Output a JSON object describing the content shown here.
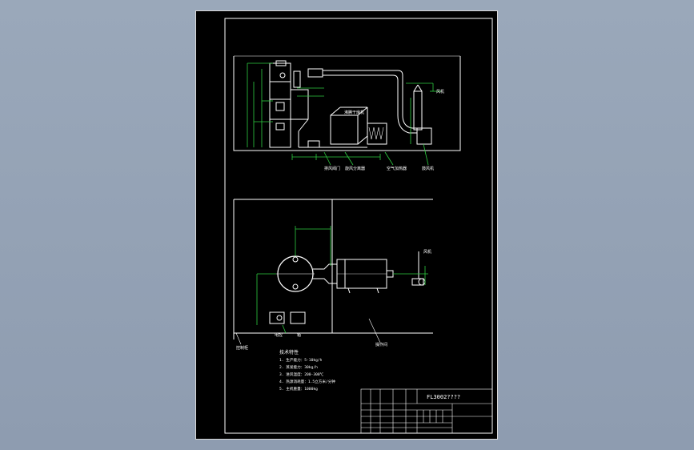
{
  "drawing": {
    "title_block": {
      "drawing_number": "FL3002????"
    },
    "top_view": {
      "labels": {
        "dryer_box": "沸腾干燥机",
        "fan_label_right": "风机",
        "bottom_left": "排风阀门",
        "bottom_mid": "旋风分离器",
        "bottom_mid2": "空气加热器",
        "bottom_right": "鼓风机"
      }
    },
    "bottom_view": {
      "labels": {
        "room_left": "控制柜",
        "room_right": "操作间",
        "panel_a": "电控",
        "panel_b": "箱",
        "fan_tag": "风机"
      }
    },
    "notes": {
      "heading": "技术特性",
      "items": [
        "1. 生产能力：5-10kg/h",
        "2. 蒸发能力：30kg/h",
        "3. 进风温度：200-300℃",
        "4. 热源消耗量：1.5立方米/分钟",
        "5. 主机重量：1000kg"
      ]
    }
  }
}
